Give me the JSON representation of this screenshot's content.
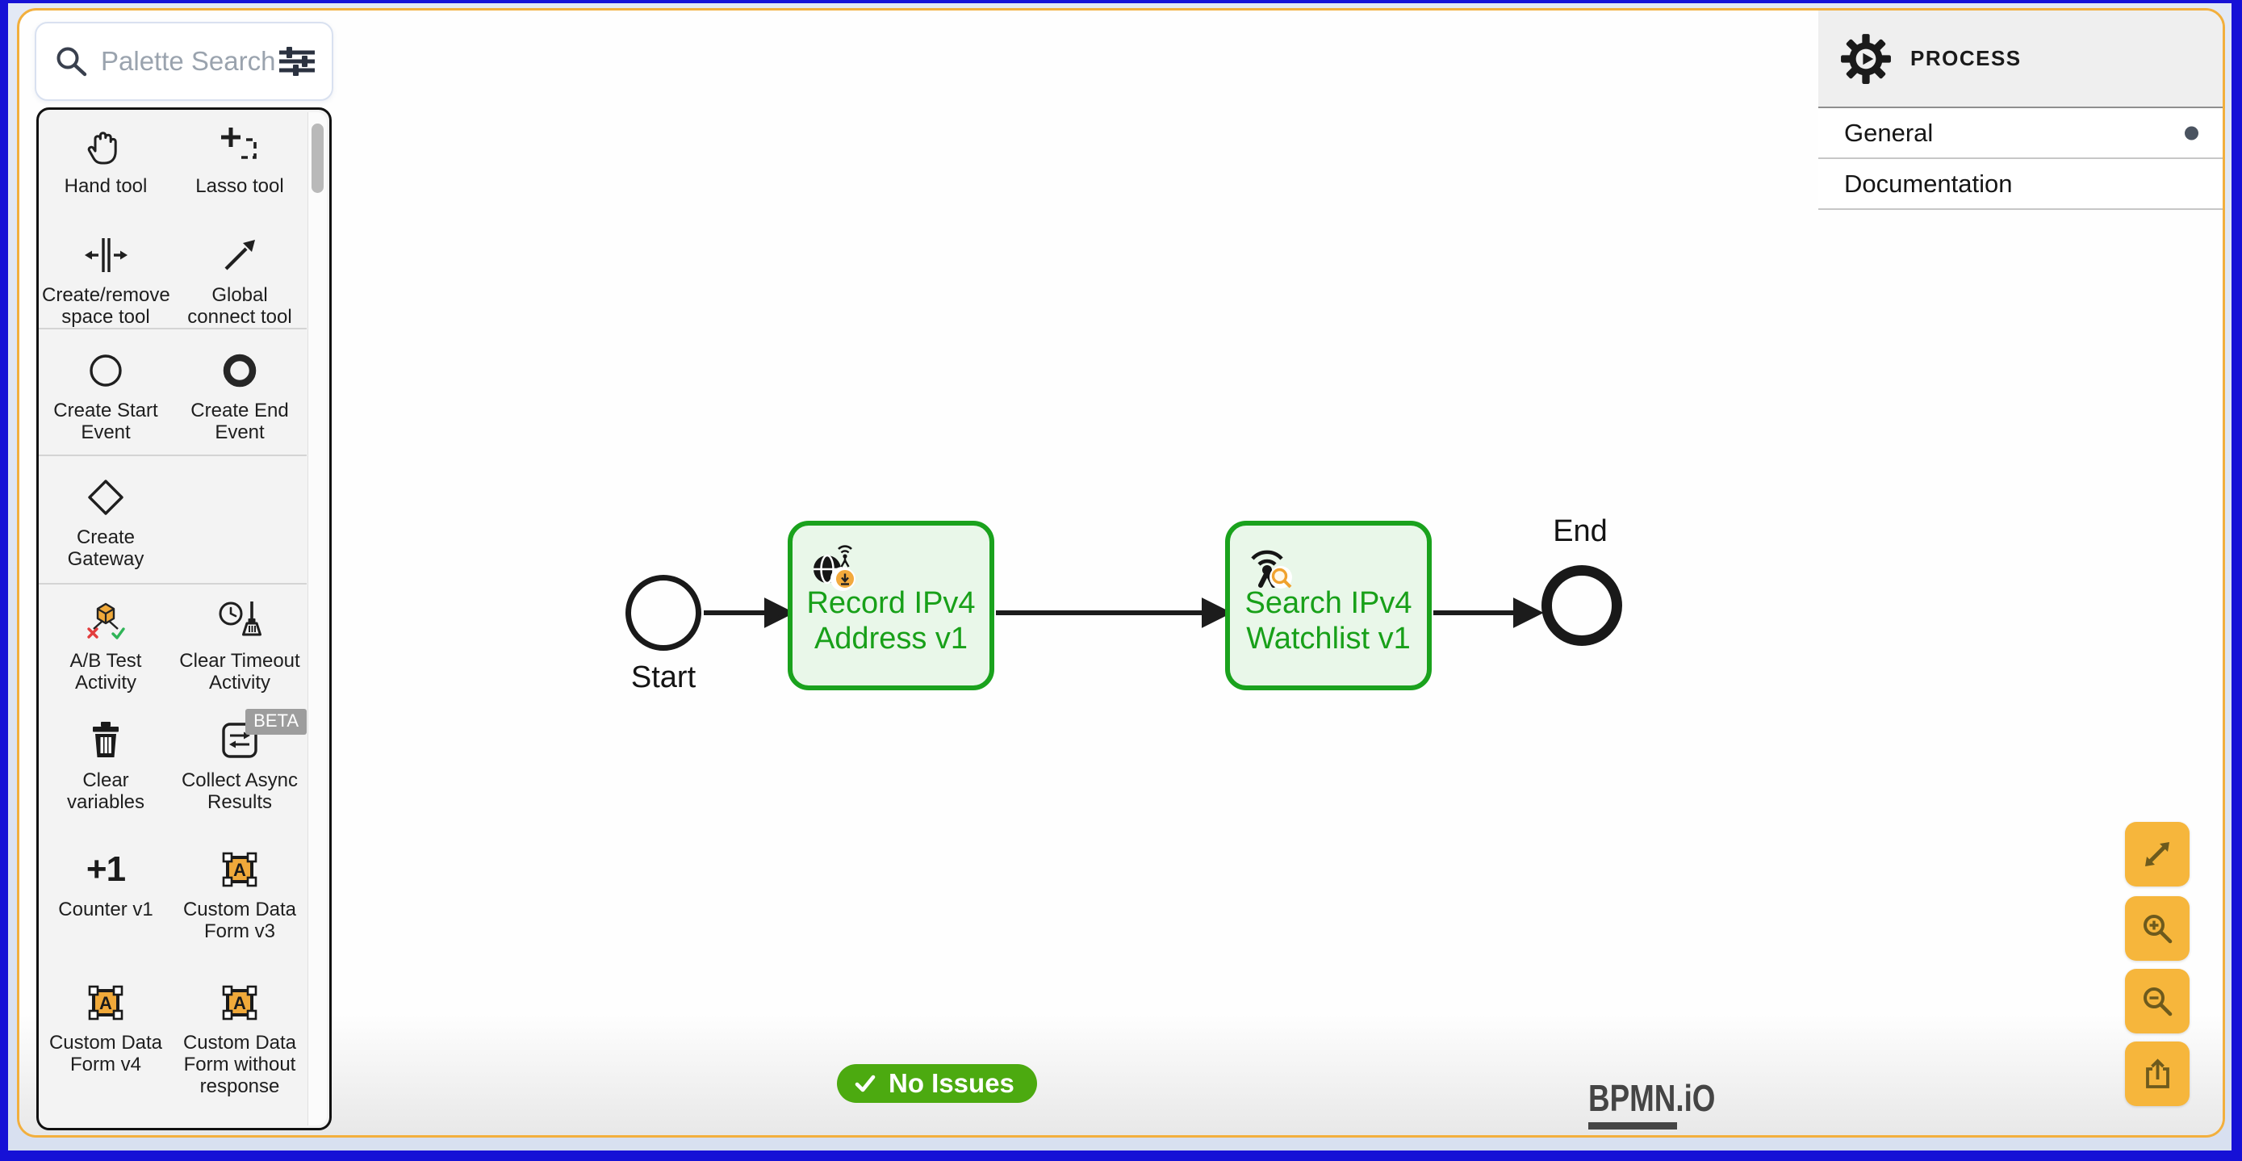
{
  "colors": {
    "frame_blue": "#1611d6",
    "frame_inner": "#dbe3f1",
    "content_border": "#f2af3d",
    "accent_orange": "#f6b63c",
    "task_green": "#1aa21d",
    "task_fill": "#e9f7e9",
    "badge_green": "#4caa10",
    "icon_orange": "#f0a93a"
  },
  "palette": {
    "search": {
      "placeholder": "Palette Search"
    },
    "icons": {
      "counter_text": "+1",
      "data_form_letter": "A"
    },
    "groups": [
      {
        "name": "tools",
        "items": [
          {
            "label": "Hand tool"
          },
          {
            "label": "Lasso tool"
          },
          {
            "label": "Create/remove space tool"
          },
          {
            "label": "Global connect tool"
          }
        ]
      },
      {
        "name": "events",
        "items": [
          {
            "label": "Create Start Event"
          },
          {
            "label": "Create End Event"
          }
        ]
      },
      {
        "name": "gateway",
        "items": [
          {
            "label": "Create Gateway"
          }
        ]
      },
      {
        "name": "custom",
        "items": [
          {
            "label": "A/B Test Activity"
          },
          {
            "label": "Clear Timeout Activity"
          },
          {
            "label": "Clear variables"
          },
          {
            "label": "Collect Async Results",
            "badge": "BETA"
          },
          {
            "label": "Counter v1"
          },
          {
            "label": "Custom Data Form v3"
          },
          {
            "label": "Custom Data Form v4"
          },
          {
            "label": "Custom Data Form without response"
          }
        ]
      }
    ]
  },
  "diagram": {
    "start_event_label": "Start",
    "tasks": [
      {
        "name": "Record IPv4 Address v1"
      },
      {
        "name": "Search IPv4 Watchlist v1"
      }
    ],
    "end_event_label": "End"
  },
  "status": {
    "label": "No Issues"
  },
  "logo": {
    "text": "BPMN.iO"
  },
  "properties_panel": {
    "title": "PROCESS",
    "tabs": [
      {
        "label": "General"
      },
      {
        "label": "Documentation"
      }
    ]
  }
}
